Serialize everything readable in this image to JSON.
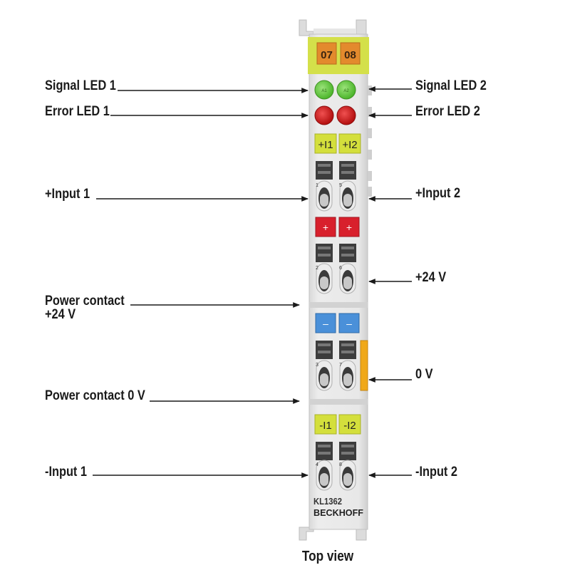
{
  "terminal": {
    "channels": [
      "07",
      "08"
    ],
    "marking_top": [
      "+I1",
      "+I2"
    ],
    "marking_plus": [
      "+",
      "+"
    ],
    "marking_minus": [
      "–",
      "–"
    ],
    "marking_bottom": [
      "-I1",
      "-I2"
    ],
    "led_labels": [
      "A1",
      "A2"
    ],
    "contact_numbers": [
      "1",
      "5",
      "2",
      "6",
      "3",
      "7",
      "4",
      "8"
    ],
    "model": "KL1362",
    "brand": "BECKHOFF",
    "colors": {
      "body": "#e6e6e6",
      "top_strip": "#d4e04a",
      "channel_label": "#e38a2d",
      "led_signal": "#5ec83a",
      "led_error": "#d11c1c",
      "plus_marker": "#d8202c",
      "minus_marker": "#4a90d9",
      "input_marker": "#d4df3c",
      "power_bar": "#f0a818"
    }
  },
  "labels": {
    "signal_led_1": "Signal LED 1",
    "signal_led_2": "Signal LED 2",
    "error_led_1": "Error LED 1",
    "error_led_2": "Error LED 2",
    "input_plus_1": "+Input 1",
    "input_plus_2": "+Input 2",
    "plus_24v": "+24 V",
    "power_contact_24v_line1": "Power contact",
    "power_contact_24v_line2": "+24 V",
    "zero_v": "0 V",
    "power_contact_0v": "Power contact 0 V",
    "input_minus_1": "-Input 1",
    "input_minus_2": "-Input 2"
  },
  "caption": "Top view"
}
